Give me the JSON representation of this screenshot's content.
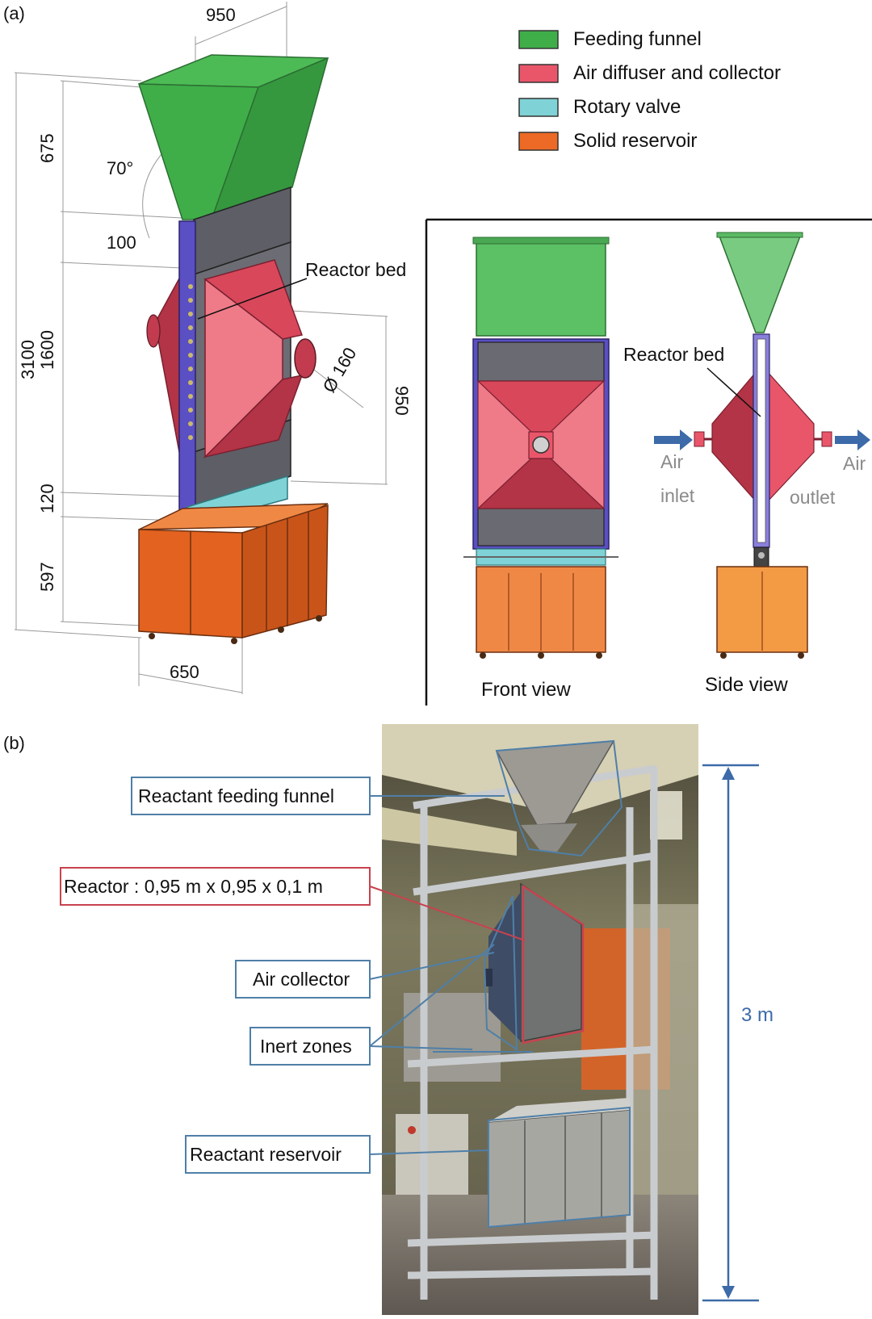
{
  "panels": {
    "a": "(a)",
    "b": "(b)"
  },
  "legend": [
    {
      "label": "Feeding funnel",
      "color": "#3fae49"
    },
    {
      "label": "Air diffuser and collector",
      "color": "#e9566a"
    },
    {
      "label": "Rotary valve",
      "color": "#7fd3d6"
    },
    {
      "label": "Solid reservoir",
      "color": "#ec6a25"
    }
  ],
  "dimensions": {
    "top_width": "950",
    "funnel_height": "675",
    "angle": "70°",
    "gap": "100",
    "middle_height": "1600",
    "total_height": "3100",
    "diameter": "Ø 160",
    "diffuser_height": "950",
    "valve_height": "120",
    "reservoir_height": "597",
    "base_width": "650"
  },
  "labels": {
    "reactor_bed_iso": "Reactor bed",
    "reactor_bed_side": "Reactor bed",
    "air_left": "Air",
    "inlet": "inlet",
    "air_right": "Air",
    "outlet": "outlet",
    "front_view": "Front view",
    "side_view": "Side view"
  },
  "photo_callouts": {
    "funnel": "Reactant feeding funnel",
    "reactor": "Reactor : 0,95 m x 0,95 x 0,1 m",
    "air_collector": "Air collector",
    "inert_zones": "Inert zones",
    "reservoir": "Reactant reservoir",
    "height": "3 m"
  },
  "colors": {
    "funnel": "#3fae49",
    "diffuser": "#e9566a",
    "valve": "#7fd3d6",
    "reservoir": "#ec6a25",
    "frame": "#5b4fc4",
    "inert": "#5e5e66",
    "callout_blue": "#4f7fa8",
    "callout_red": "#c8424f"
  }
}
